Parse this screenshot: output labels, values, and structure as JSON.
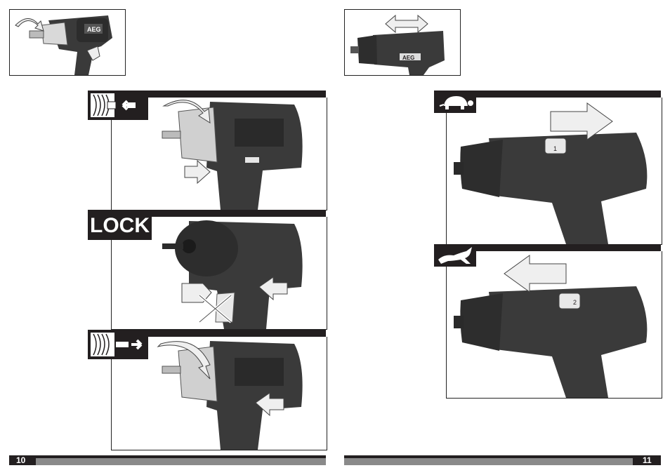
{
  "page": {
    "left_page_number": "10",
    "right_page_number": "11"
  },
  "figures": {
    "lock_label": "LOCK",
    "dial_gear_1": "1",
    "dial_gear_2": "2",
    "brand_label": "AEG"
  },
  "icons": {
    "wood_screw_out": "wood-screw-out-icon",
    "lock": "lock-label",
    "wood_screw_in": "wood-screw-in-icon",
    "tortoise": "tortoise-icon",
    "hare": "hare-icon"
  },
  "colors": {
    "dark": "#231f20",
    "tool_body": "#3a3a3a",
    "gray_bar": "#8a8a8a"
  }
}
